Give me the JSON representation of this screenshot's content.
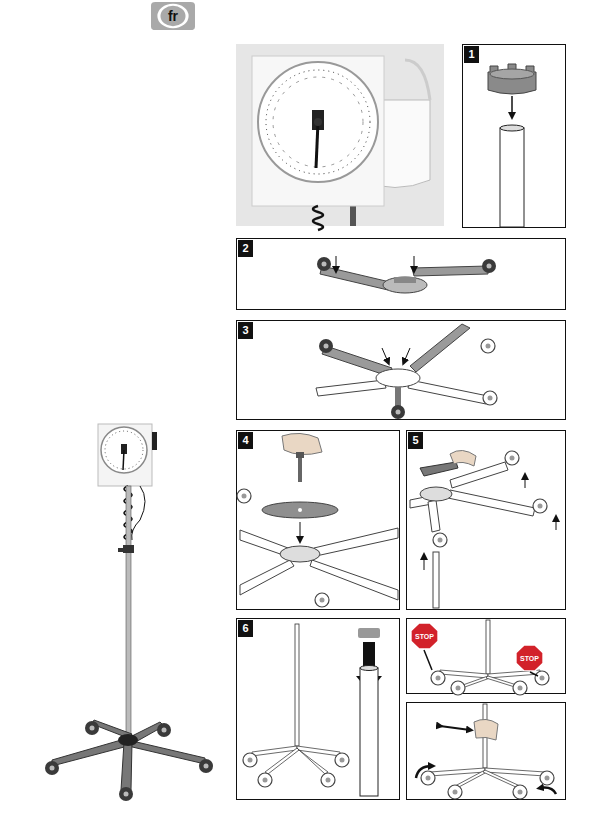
{
  "diagram": {
    "nodes": [
      {
        "text": [
          "fr"
        ]
      },
      {
        "text": [
          "1"
        ]
      },
      {
        "text": [
          "2"
        ]
      },
      {
        "text": [
          "3"
        ]
      },
      {
        "text": [
          "4"
        ]
      },
      {
        "text": [
          "5"
        ]
      },
      {
        "text": [
          "6"
        ]
      },
      {
        "text": [
          "STOP"
        ]
      },
      {
        "text": [
          "STOP"
        ]
      }
    ]
  }
}
